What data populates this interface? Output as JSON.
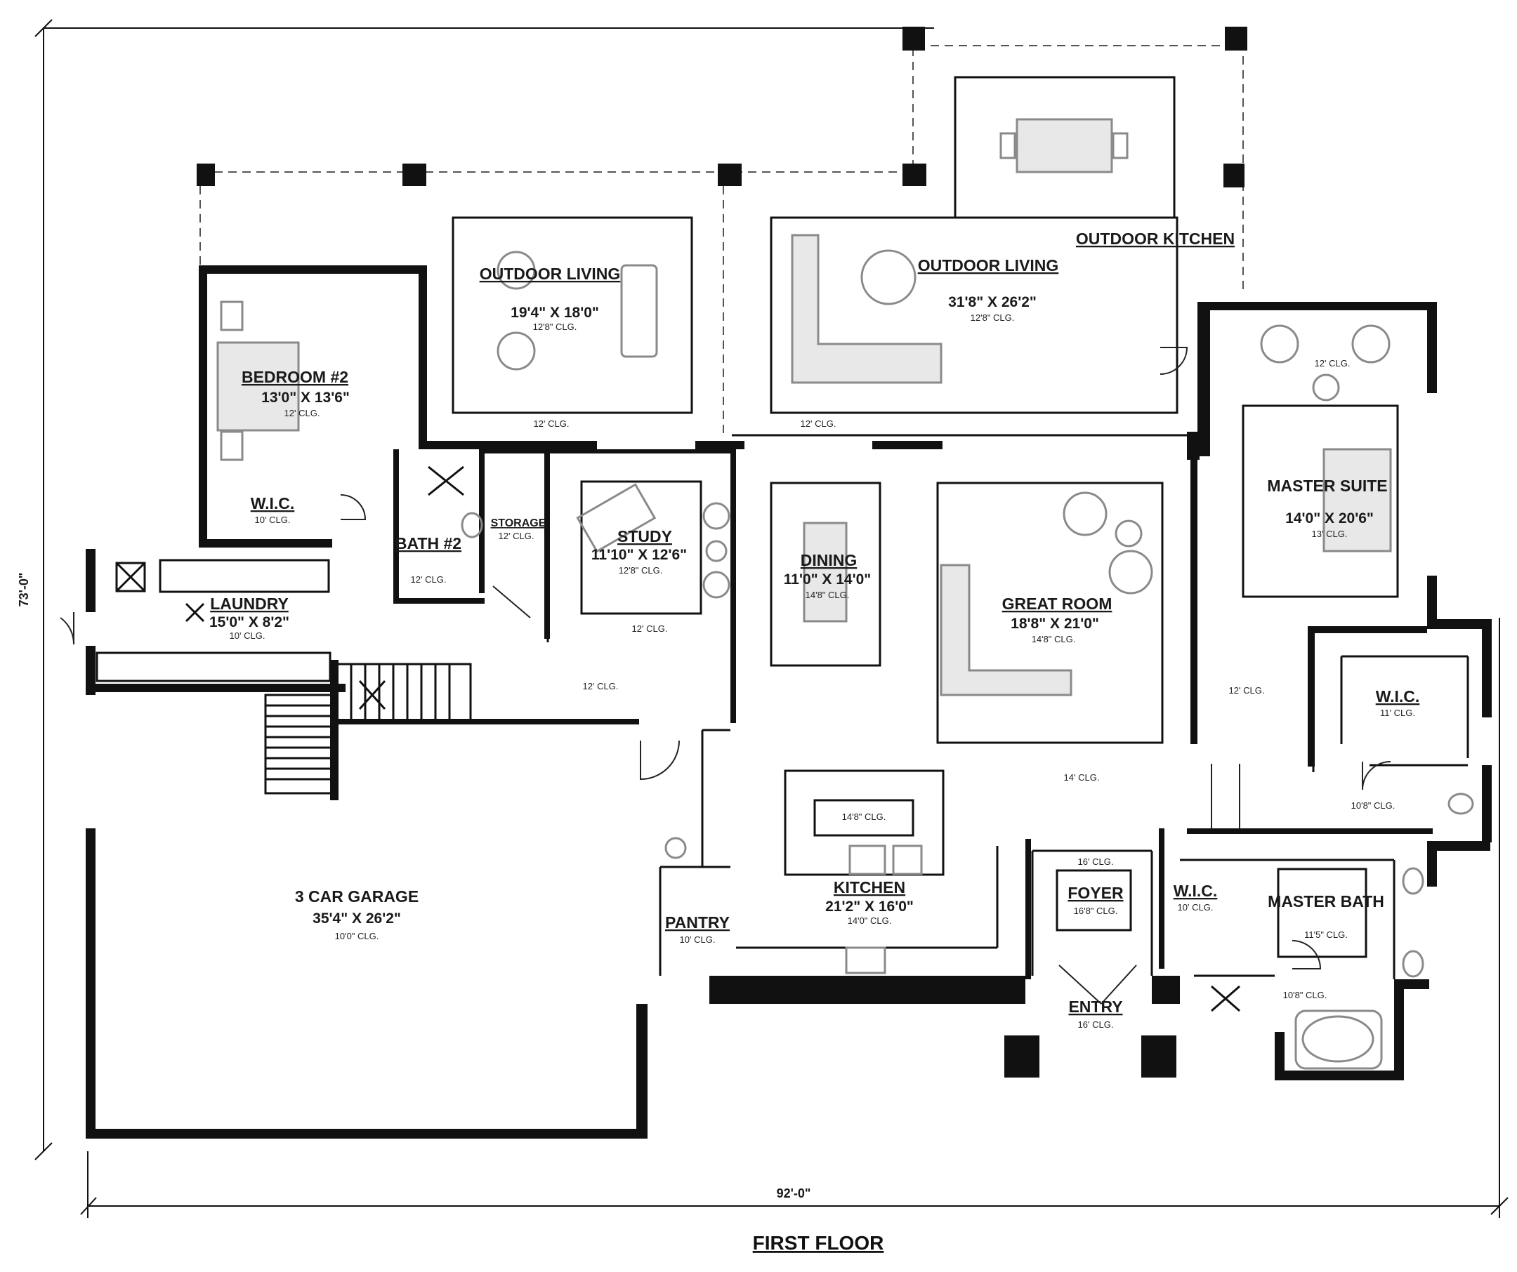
{
  "title": "FIRST FLOOR",
  "dimensions": {
    "width": "92'-0\"",
    "depth": "73'-0\""
  },
  "rooms": [
    {
      "id": "outdoor-living-left",
      "name": "OUTDOOR LIVING",
      "size": "19'4\" X 18'0\"",
      "ceiling": "12'8\" CLG."
    },
    {
      "id": "outdoor-living-right",
      "name": "OUTDOOR LIVING",
      "size": "31'8\" X 26'2\"",
      "ceiling": "12'8\" CLG."
    },
    {
      "id": "outdoor-kitchen",
      "name": "OUTDOOR KITCHEN"
    },
    {
      "id": "bedroom-2",
      "name": "BEDROOM #2",
      "size": "13'0\" X 13'6\"",
      "ceiling": "12' CLG."
    },
    {
      "id": "wic-bed2",
      "name": "W.I.C.",
      "ceiling": "10' CLG."
    },
    {
      "id": "bath-2",
      "name": "BATH #2",
      "ceiling": "12' CLG."
    },
    {
      "id": "storage",
      "name": "STORAGE",
      "ceiling": "12' CLG."
    },
    {
      "id": "study",
      "name": "STUDY",
      "size": "11'10\" X 12'6\"",
      "ceiling": "12'8\" CLG."
    },
    {
      "id": "dining",
      "name": "DINING",
      "size": "11'0\" X 14'0\"",
      "ceiling": "14'8\" CLG."
    },
    {
      "id": "great-room",
      "name": "GREAT ROOM",
      "size": "18'8\" X 21'0\"",
      "ceiling": "14'8\" CLG."
    },
    {
      "id": "master-suite",
      "name": "MASTER SUITE",
      "size": "14'0\" X 20'6\"",
      "ceiling": "13' CLG."
    },
    {
      "id": "laundry",
      "name": "LAUNDRY",
      "size": "15'0\" X 8'2\"",
      "ceiling": "10' CLG."
    },
    {
      "id": "wic-master",
      "name": "W.I.C.",
      "ceiling": "11' CLG."
    },
    {
      "id": "garage",
      "name": "3 CAR GARAGE",
      "size": "35'4\" X 26'2\"",
      "ceiling": "10'0\" CLG."
    },
    {
      "id": "kitchen",
      "name": "KITCHEN",
      "size": "21'2\" X 16'0\"",
      "ceiling": "14'0\" CLG."
    },
    {
      "id": "pantry",
      "name": "PANTRY",
      "ceiling": "10' CLG."
    },
    {
      "id": "foyer",
      "name": "FOYER",
      "ceiling": "16'8\" CLG."
    },
    {
      "id": "wic-bath",
      "name": "W.I.C.",
      "ceiling": "10' CLG."
    },
    {
      "id": "master-bath",
      "name": "MASTER BATH",
      "size": "11'5\" CLG."
    },
    {
      "id": "entry",
      "name": "ENTRY",
      "ceiling": "16' CLG."
    }
  ],
  "ceiling_notes": {
    "outdoor_left": "12' CLG.",
    "outdoor_right": "12' CLG.",
    "hall_center": "12' CLG.",
    "study_hall": "12' CLG.",
    "master_hall": "12' CLG.",
    "master_top": "12' CLG.",
    "kitchen_island": "14'8\" CLG.",
    "great_14": "14' CLG.",
    "foyer_top": "16' CLG.",
    "master_wc": "10'8\" CLG.",
    "master_bath_lower": "10'8\" CLG."
  }
}
